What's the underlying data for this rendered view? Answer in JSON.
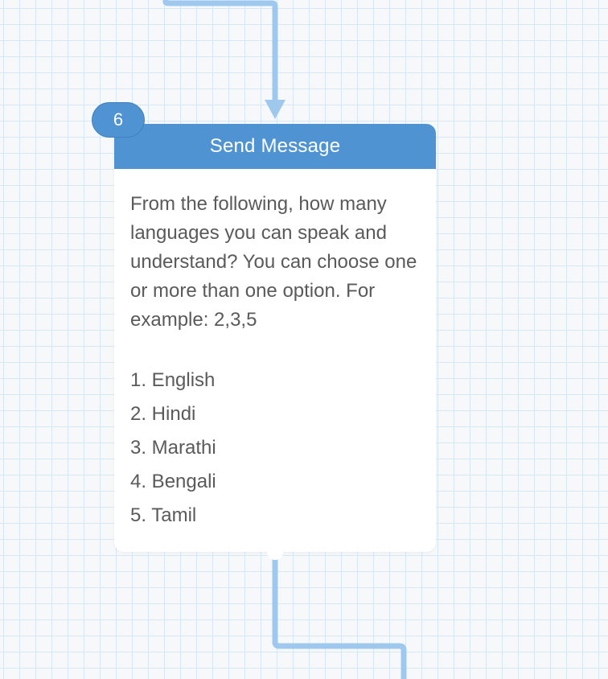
{
  "node": {
    "step_number": "6",
    "title": "Send Message",
    "question": "From the following, how many languages you can speak and understand? You can choose one or more than one option. For example: 2,3,5",
    "options": [
      "1. English",
      "2. Hindi",
      "3. Marathi",
      "4. Bengali",
      "5. Tamil"
    ]
  },
  "colors": {
    "header": "#4f93d3",
    "connector": "#9ec8ee",
    "grid": "#d6e8f7",
    "body_text": "#5a5a5a"
  }
}
